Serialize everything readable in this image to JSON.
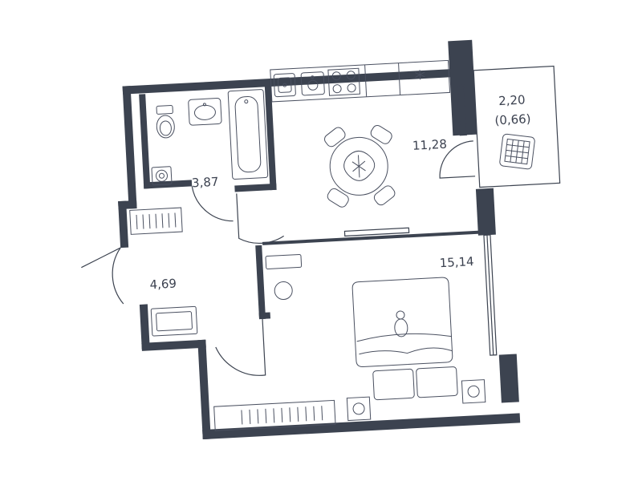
{
  "rooms": {
    "bathroom": {
      "area": "3,87"
    },
    "kitchen": {
      "area": "11,28"
    },
    "hallway": {
      "area": "4,69"
    },
    "bedroom": {
      "area": "15,14"
    },
    "balcony": {
      "area": "2,20",
      "area_reduced": "(0,66)"
    }
  },
  "colors": {
    "wall": "#3c4350",
    "line": "#4a5060",
    "text": "#3c4250"
  }
}
